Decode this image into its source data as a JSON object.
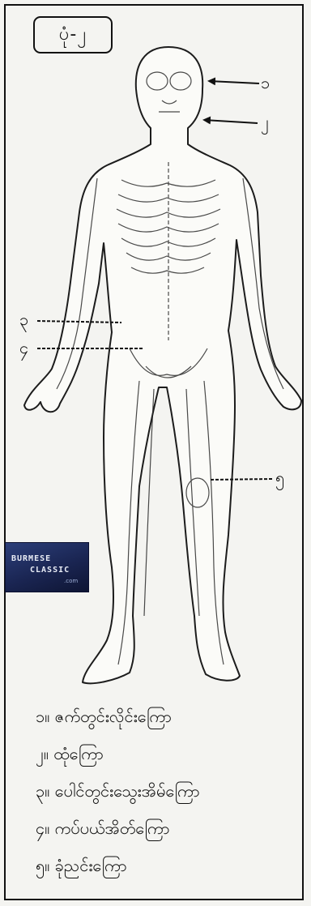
{
  "figure_label": "ပုံ-၂",
  "callouts": [
    {
      "num": "၁"
    },
    {
      "num": "၂"
    },
    {
      "num": "၃"
    },
    {
      "num": "၄"
    },
    {
      "num": "၅"
    }
  ],
  "legend": [
    {
      "num": "၁။",
      "text": "ဇက်တွင်းလိုင်းကြော"
    },
    {
      "num": "၂။",
      "text": "ထုံကြော"
    },
    {
      "num": "၃။",
      "text": "ပေါင်တွင်းသွေးအိမ်ကြော"
    },
    {
      "num": "၄။",
      "text": "ကပ်ပယ်အိတ်ကြော"
    },
    {
      "num": "၅။",
      "text": "ခုံညင်းကြော"
    }
  ],
  "watermark": {
    "line1": "BURMESE",
    "line2": "CLASSIC",
    "line3": ".com"
  }
}
